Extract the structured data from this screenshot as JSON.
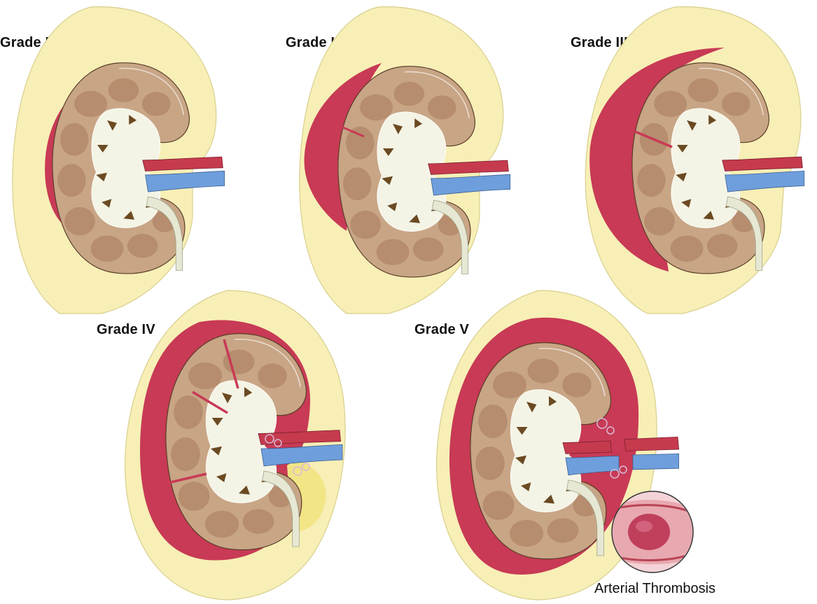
{
  "grades": [
    {
      "label": "Grade I"
    },
    {
      "label": "Grade II"
    },
    {
      "label": "Grade III"
    },
    {
      "label": "Grade IV"
    },
    {
      "label": "Grade V"
    }
  ],
  "inset": {
    "caption": "Arterial Thrombosis"
  },
  "colors": {
    "fat": "#f7efb6",
    "fat_edge": "#d8cf8c",
    "hematoma": "#c83a55",
    "hematoma_light": "#e0687e",
    "cortex": "#c8a585",
    "pyramid": "#b58b6c",
    "sinus": "#f4f4e6",
    "calyx": "#6b4a22",
    "artery": "#c63a4e",
    "vein": "#6e9fdc",
    "ureter": "#e6e8d4"
  }
}
